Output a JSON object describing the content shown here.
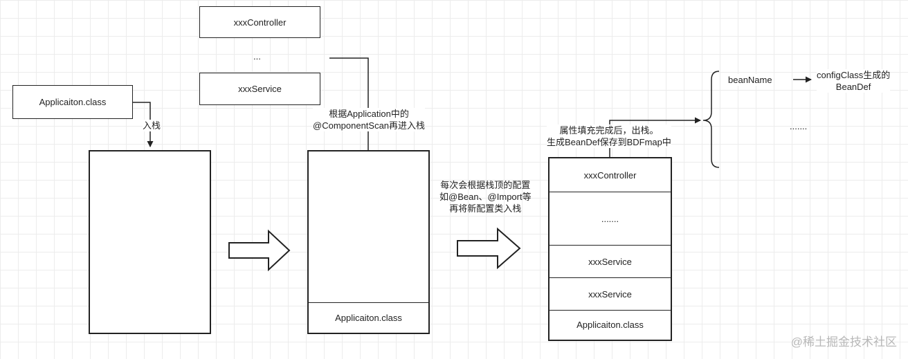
{
  "top_boxes": {
    "controller": "xxxController",
    "ellipsis": "...",
    "service": "xxxService"
  },
  "entry": {
    "box": "Applicaiton.class",
    "push_label": "入栈"
  },
  "stack2": {
    "bottom": "Applicaiton.class"
  },
  "scan_label": [
    "根据Application中的",
    "@ComponentScan再进入栈"
  ],
  "middle_label": [
    "每次会根据栈顶的配置",
    "如@Bean、@Import等",
    "再将新配置类入栈"
  ],
  "stack3": {
    "cells": [
      "xxxController",
      ".......",
      "xxxService",
      "xxxService",
      "Applicaiton.class"
    ]
  },
  "pop_label": [
    "属性填充完成后，出栈。",
    "生成BeanDef保存到BDFmap中"
  ],
  "bdf_map": {
    "key": "beanName",
    "value": [
      "configClass生成的",
      "BeanDef"
    ],
    "ellipsis": "......."
  },
  "watermark": "@稀土掘金技术社区"
}
